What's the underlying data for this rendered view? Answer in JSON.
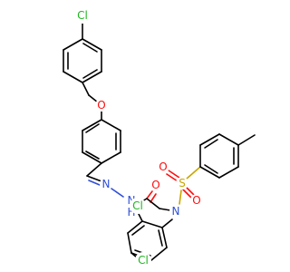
{
  "structure": {
    "atoms": {
      "cl_top": {
        "symbol": "Cl",
        "color": "#1fb51f"
      },
      "o_ether": {
        "symbol": "O",
        "color": "#ff0d0d"
      },
      "n_imine": {
        "symbol": "N",
        "color": "#2f4fd8"
      },
      "n_hydrazide": {
        "symbol": "N",
        "color": "#2f4fd8"
      },
      "h_hydrazide": {
        "symbol": "H",
        "color": "#2f4fd8"
      },
      "o_carbonyl": {
        "symbol": "O",
        "color": "#ff0d0d"
      },
      "n_sulfonamide": {
        "symbol": "N",
        "color": "#2f4fd8"
      },
      "s_sulfonyl": {
        "symbol": "S",
        "color": "#c8a600"
      },
      "o_sulfonyl_a": {
        "symbol": "O",
        "color": "#ff0d0d"
      },
      "o_sulfonyl_b": {
        "symbol": "O",
        "color": "#ff0d0d"
      },
      "cl_ortho": {
        "symbol": "Cl",
        "color": "#1fb51f"
      },
      "cl_para": {
        "symbol": "Cl",
        "color": "#1fb51f"
      }
    }
  }
}
